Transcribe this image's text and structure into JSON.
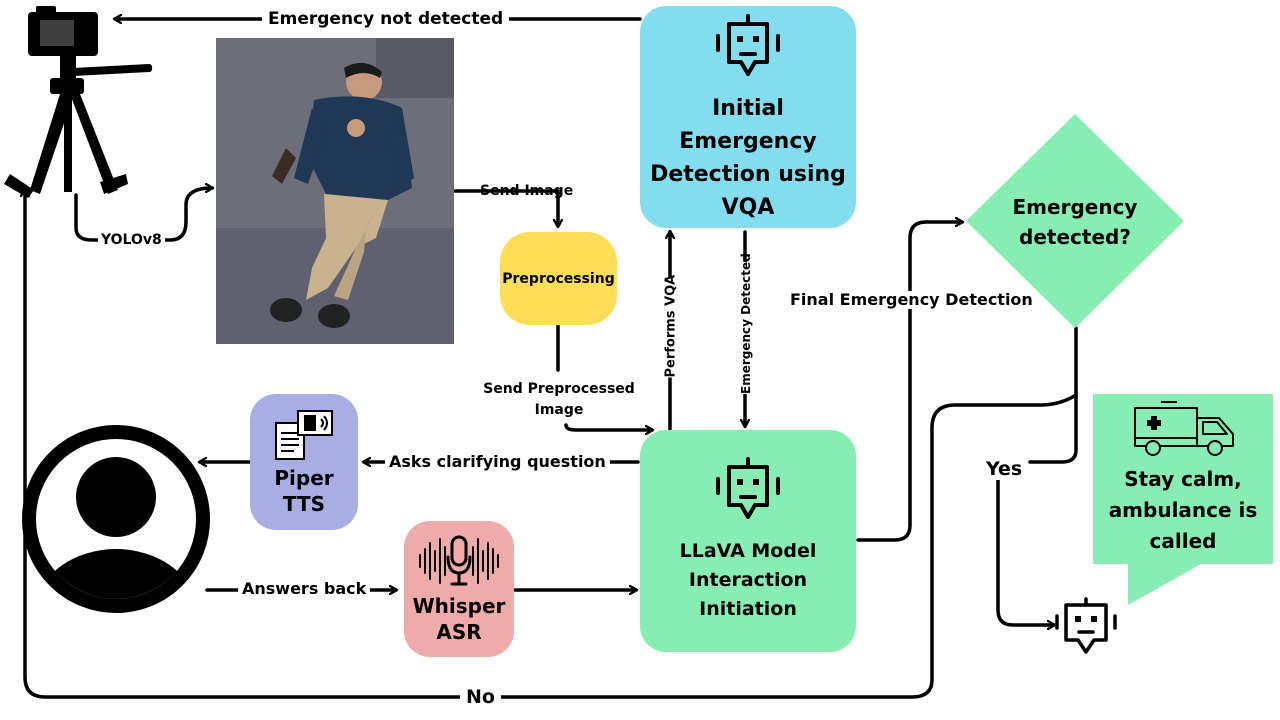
{
  "nodes": {
    "initial_detection": {
      "text": "Initial Emergency Detection using VQA",
      "color": "#84DDEE"
    },
    "preprocessing": {
      "text": "Preprocessing",
      "color": "#FFDD57"
    },
    "llava": {
      "text": "LLaVA Model Interaction Initiation",
      "color": "#88EDB2"
    },
    "piper": {
      "text": "Piper TTS",
      "color": "#A8AEE3"
    },
    "whisper": {
      "text": "Whisper ASR",
      "color": "#EFAAAA"
    },
    "decision": {
      "text": "Emergency detected?",
      "color": "#88EDB2"
    },
    "speech_bubble": {
      "text": "Stay calm, ambulance is called",
      "color": "#88EDB2"
    }
  },
  "edges": {
    "emergency_not_detected": "Emergency not detected",
    "yolo": "YOLOv8",
    "send_image": "Send Image",
    "send_preprocessed": "Send  Preprocessed Image",
    "performs_vqa": "Performs VQA",
    "emergency_detected": "Emergency Detected",
    "final_detection": "Final Emergency Detection",
    "asks_clarifying": "Asks clarifying question",
    "answers_back": "Answers back",
    "yes": "Yes",
    "no": "No"
  },
  "icons": [
    "camera-tripod-icon",
    "person-photo",
    "robot-icon",
    "user-avatar-icon",
    "tts-document-speaker-icon",
    "microphone-waveform-icon",
    "ambulance-icon"
  ]
}
